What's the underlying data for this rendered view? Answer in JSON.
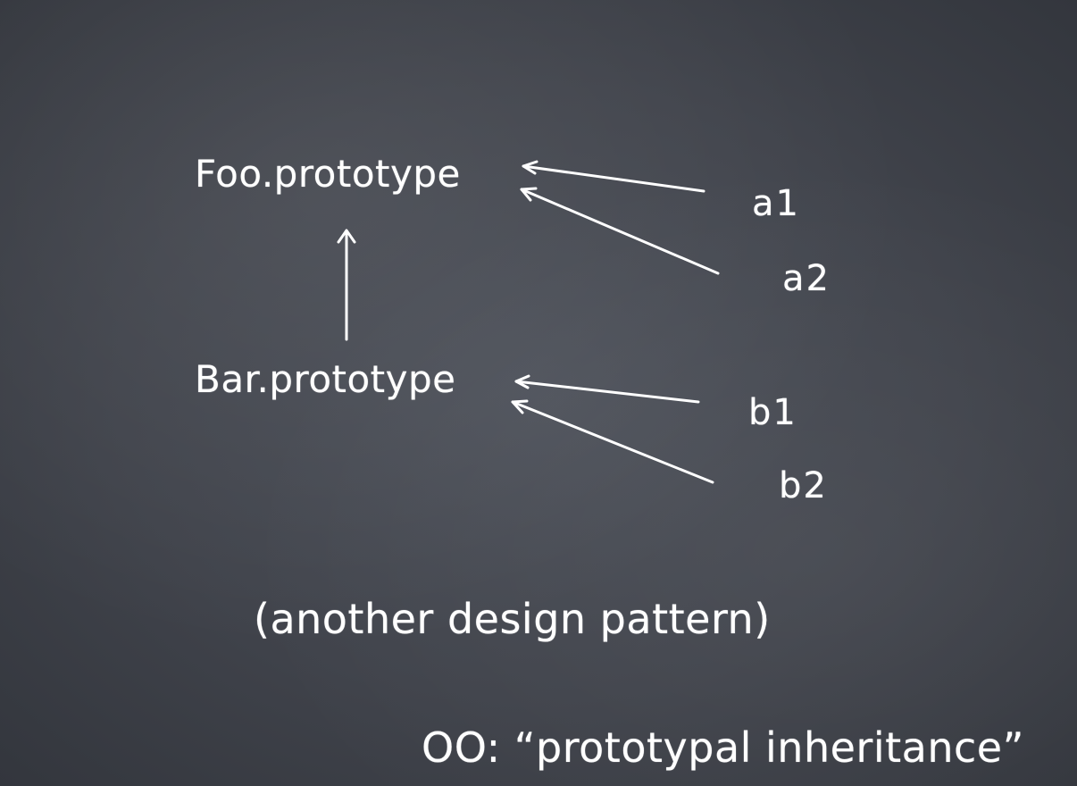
{
  "slide": {
    "nodes": {
      "foo": "Foo.prototype",
      "bar": "Bar.prototype",
      "a1": "a1",
      "a2": "a2",
      "b1": "b1",
      "b2": "b2"
    },
    "subtitle": "(another design pattern)",
    "footer": "OO: “prototypal inheritance”"
  }
}
